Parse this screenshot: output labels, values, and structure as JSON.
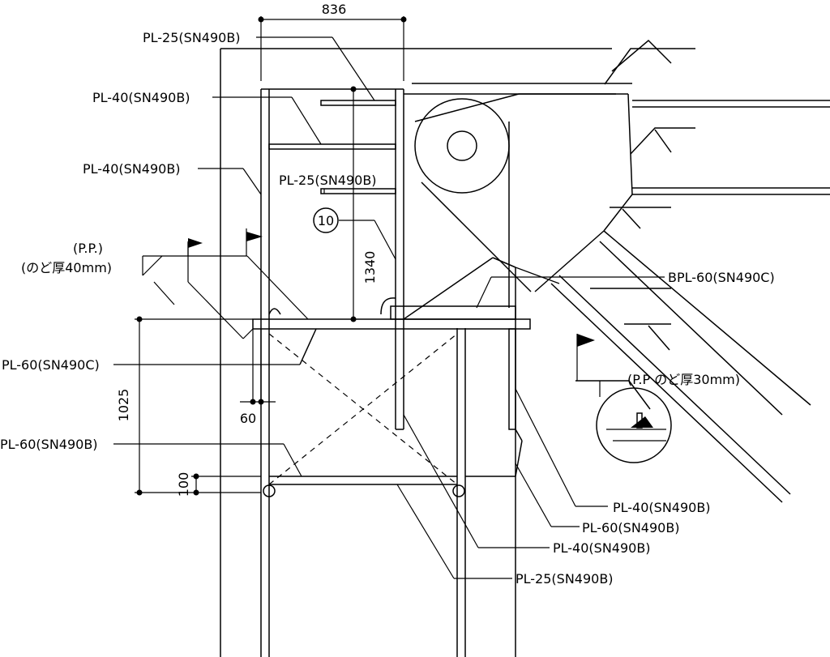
{
  "dimensions": {
    "top_width": "836",
    "height_1340": "1340",
    "height_1025": "1025",
    "offset_60": "60",
    "offset_100": "100"
  },
  "labels": {
    "pl25_top": "PL-25(SN490B)",
    "pl40_a": "PL-40(SN490B)",
    "pl40_b": "PL-40(SN490B)",
    "pl25_mid": "PL-25(SN490B)",
    "pp": "(P.P.)",
    "throat40": "(のど厚40mm)",
    "pl60c": "PL-60(SN490C)",
    "pl60b_left": "PL-60(SN490B)",
    "bpl60": "BPL-60(SN490C)",
    "pp_throat30": "(P.P のど厚30mm)",
    "pl40_r1": "PL-40(SN490B)",
    "pl60_r": "PL-60(SN490B)",
    "pl40_r2": "PL-40(SN490B)",
    "pl25_bottom": "PL-25(SN490B)"
  },
  "callout": "10"
}
